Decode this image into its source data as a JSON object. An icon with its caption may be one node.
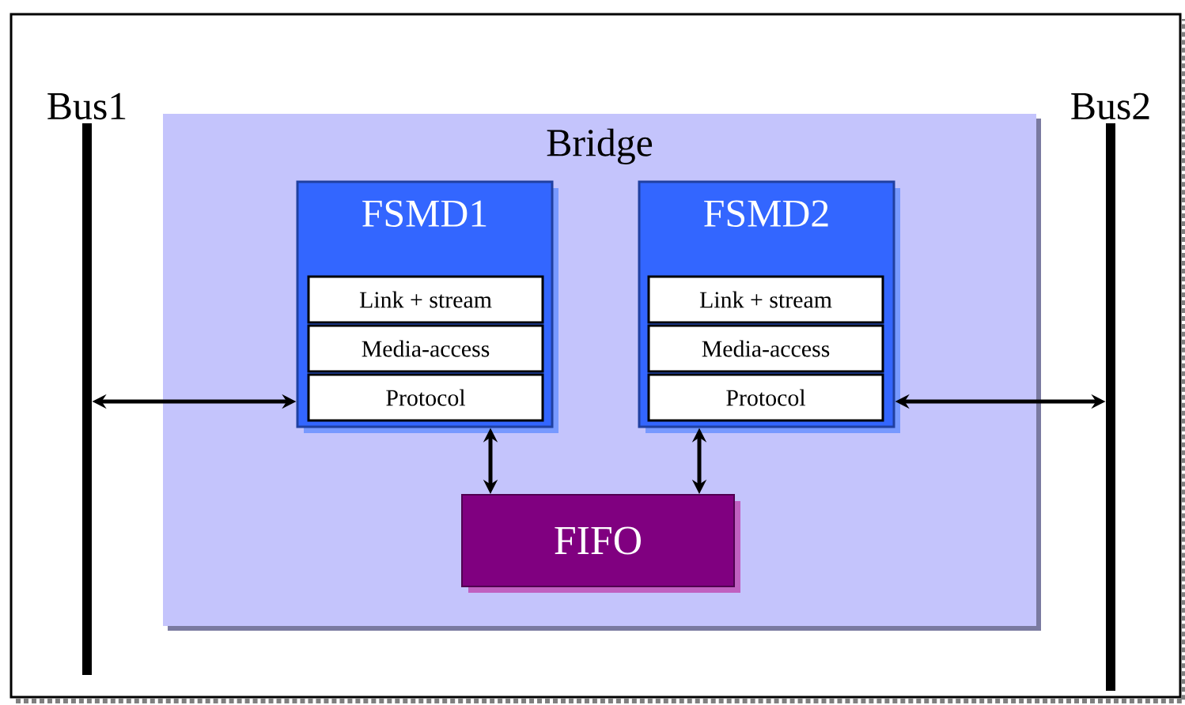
{
  "diagram": {
    "nodes": [
      {
        "text": [
          "Bus1"
        ]
      },
      {
        "text": [
          "Bridge"
        ]
      },
      {
        "text": [
          "FSMD1"
        ],
        "in": 1
      },
      {
        "text": [
          "Link + stream"
        ],
        "in": 2
      },
      {
        "text": [
          "Media-access"
        ],
        "in": 2
      },
      {
        "text": [
          "Protocol"
        ],
        "in": 2
      },
      {
        "text": [
          "FSMD2"
        ],
        "in": 1
      },
      {
        "text": [
          "Link + stream"
        ],
        "in": 6
      },
      {
        "text": [
          "Media-access"
        ],
        "in": 6
      },
      {
        "text": [
          "Protocol"
        ],
        "in": 6
      },
      {
        "text": [
          "FIFO"
        ],
        "in": 1
      },
      {
        "text": [
          "Bus2"
        ]
      }
    ],
    "edges": [
      {
        "from": 0,
        "to": 2,
        "arrow": "both"
      },
      {
        "from": 2,
        "to": 10,
        "arrow": "both"
      },
      {
        "from": 6,
        "to": 10,
        "arrow": "both"
      },
      {
        "from": 6,
        "to": 11,
        "arrow": "both"
      }
    ]
  }
}
